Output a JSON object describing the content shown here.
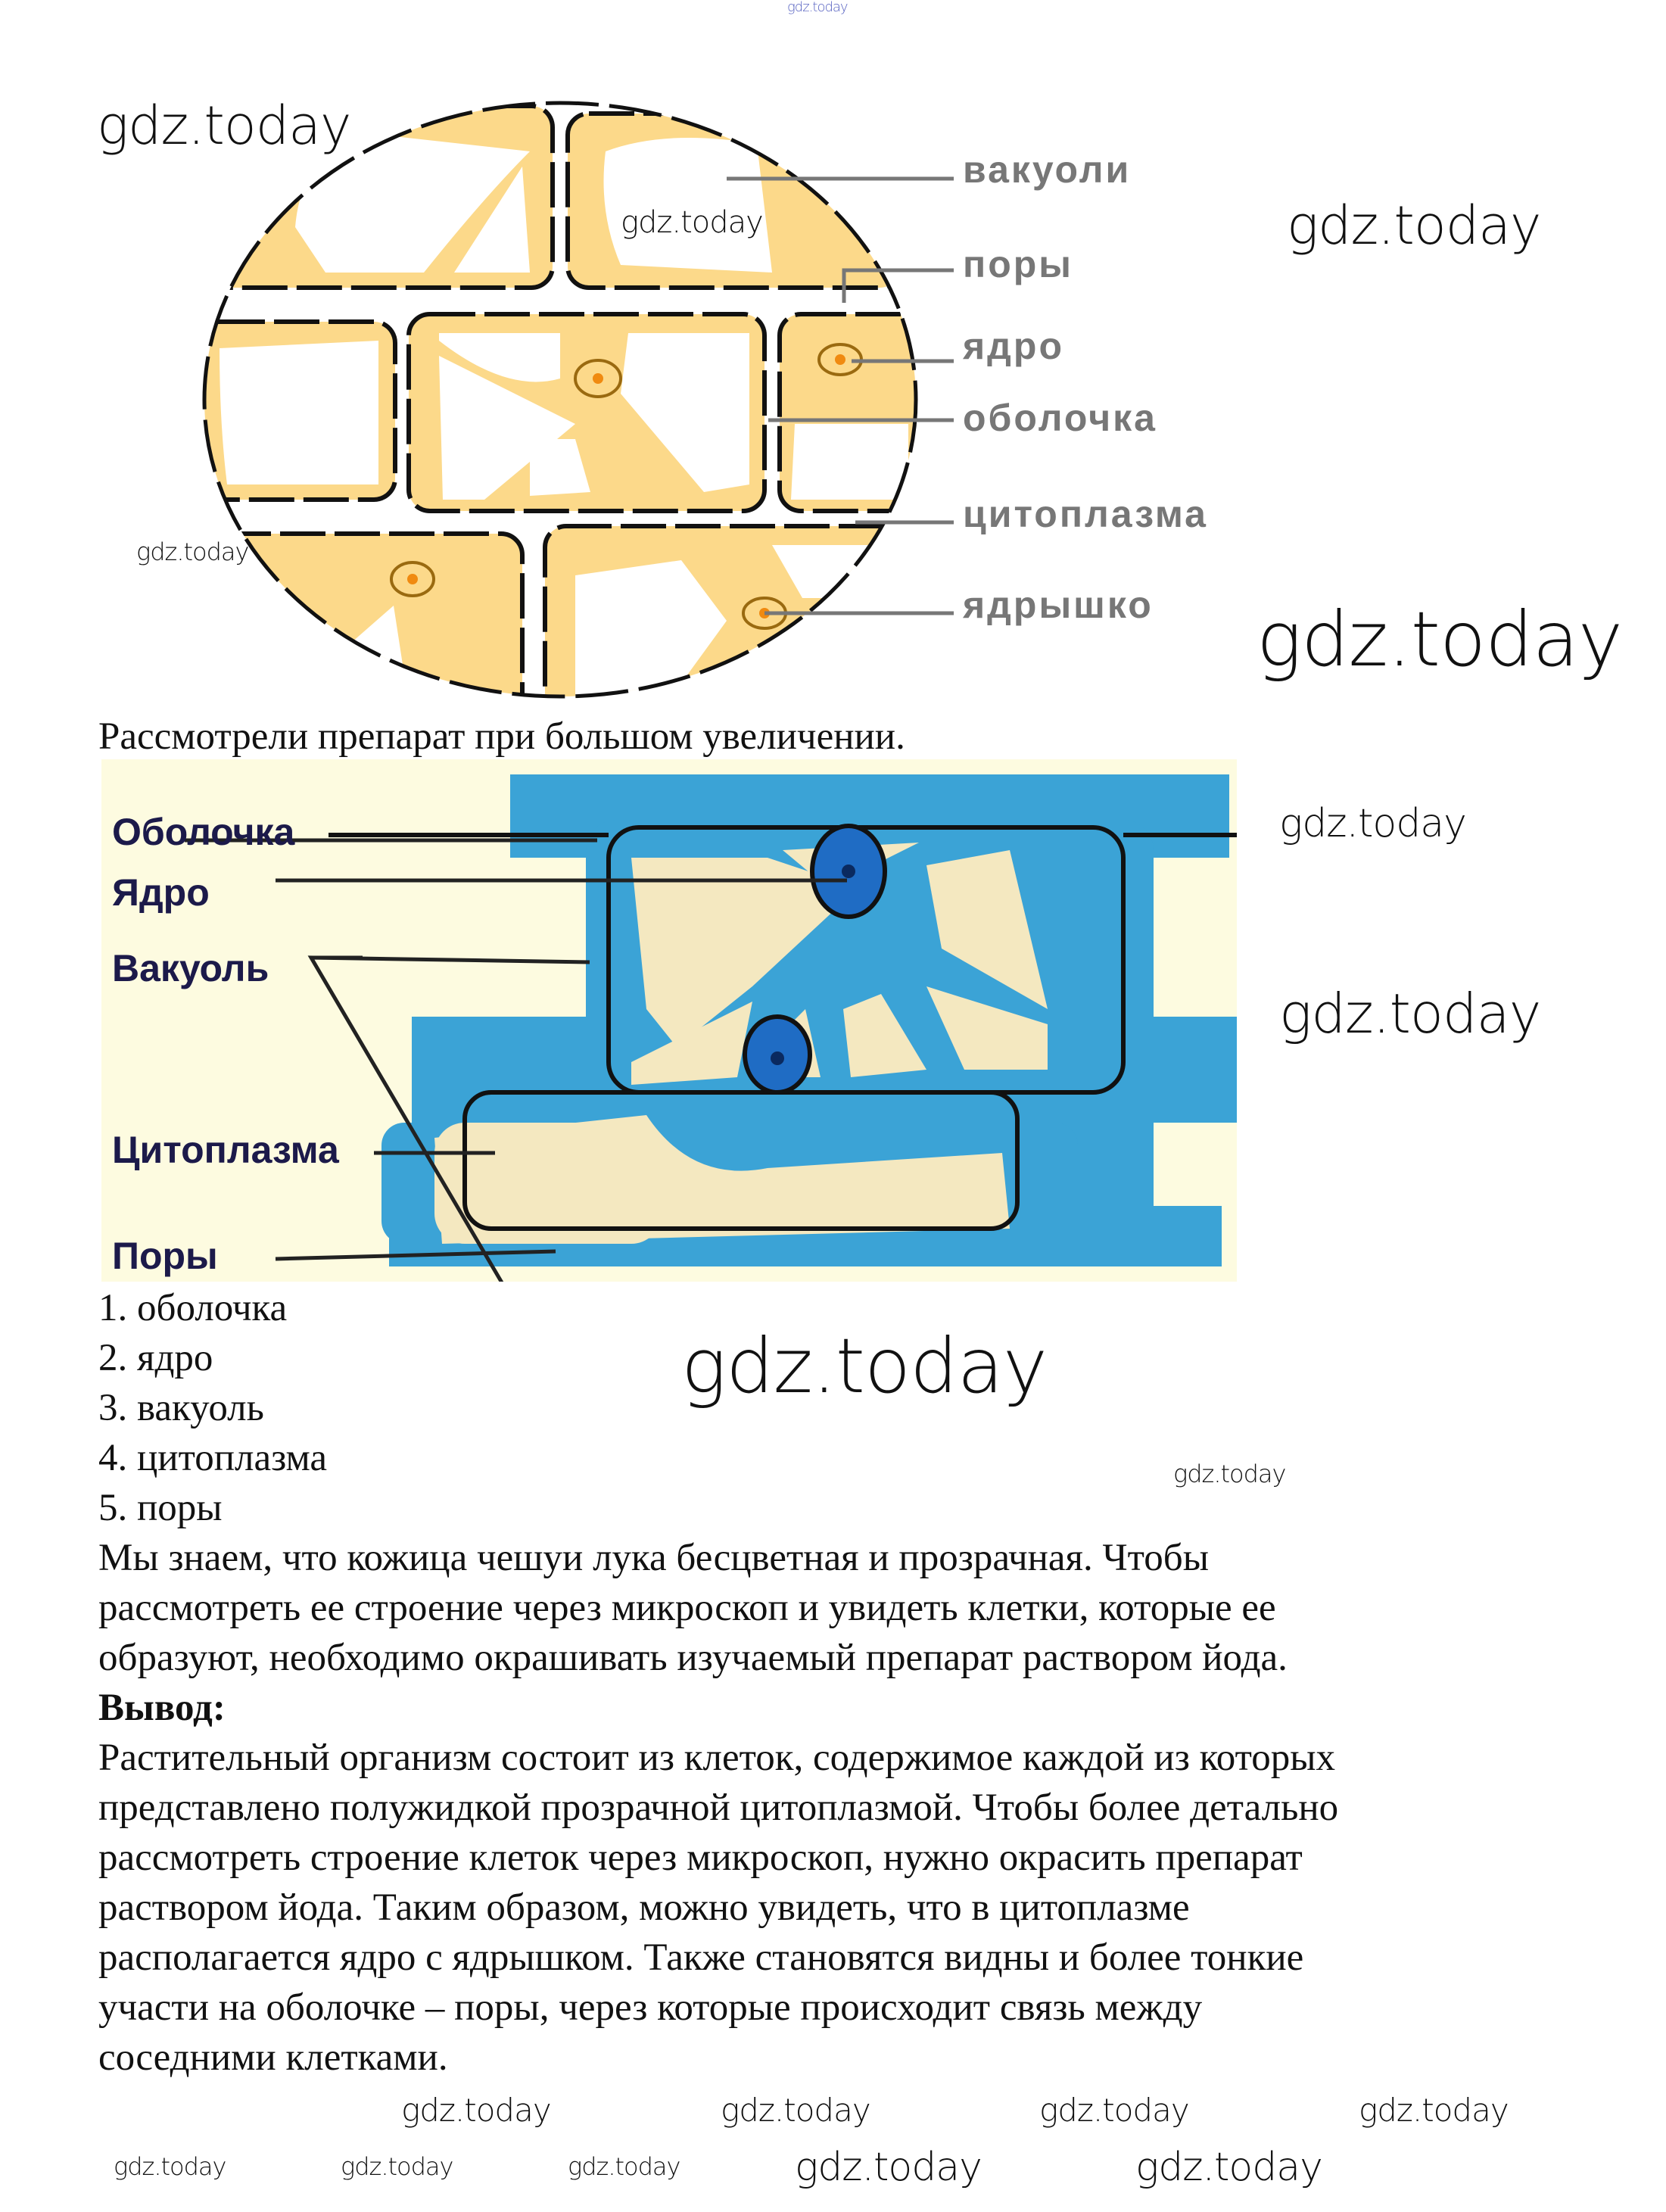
{
  "watermarks": {
    "top_small": "gdz.today",
    "w1": "gdz.today",
    "w2": "gdz.today",
    "w3": "gdz.today",
    "w4": "gdz.today",
    "w5": "gdz.today",
    "w6": "gdz.today",
    "w7": "gdz.today",
    "w8": "gdz.today",
    "w9": "gdz.today",
    "w10": "gdz.today",
    "w11": "gdz.today",
    "w12": "gdz.today",
    "w13": "gdz.today",
    "w14": "gdz.today",
    "w15": "gdz.today",
    "w16": "gdz.today",
    "w17": "gdz.today",
    "w18": "gdz.today"
  },
  "diagram1": {
    "labels": [
      "вакуоли",
      "поры",
      "ядро",
      "оболочка",
      "цитоплазма",
      "ядрышко"
    ],
    "colors": {
      "cytoplasm": "#fcd98a",
      "nucleus": "#f08a10",
      "wall": "#111111"
    }
  },
  "caption": "Рассмотрели препарат при большом увеличении.",
  "diagram2": {
    "labels": [
      "Оболочка",
      "Ядро",
      "Вакуоль",
      "Цитоплазма",
      "Поры"
    ],
    "colors": {
      "background": "#fdfbe0",
      "cytoplasm": "#3ba3d6",
      "vacuole": "#f4e8c0",
      "nucleus": "#1f6cc4"
    }
  },
  "list": [
    "1. оболочка",
    "2. ядро",
    "3. вакуоль",
    "4. цитоплазма",
    "5. поры"
  ],
  "paragraph": [
    "Мы знаем, что кожица чешуи лука бесцветная и прозрачная. Чтобы",
    "рассмотреть ее строение через микроскоп и увидеть клетки, которые ее",
    "образуют, необходимо окрашивать изучаемый препарат раствором йода."
  ],
  "conclusion_heading": "Вывод:",
  "conclusion": [
    "Растительный организм состоит из клеток, содержимое каждой из которых",
    "представлено полужидкой прозрачной цитоплазмой. Чтобы более детально",
    "рассмотреть строение клеток через микроскоп, нужно окрасить препарат",
    "раствором йода. Таким образом, можно увидеть, что в цитоплазме",
    "располагается ядро с ядрышком. Также становятся видны и более тонкие",
    "участи на оболочке – поры, через которые происходит связь между",
    "соседними клетками."
  ]
}
